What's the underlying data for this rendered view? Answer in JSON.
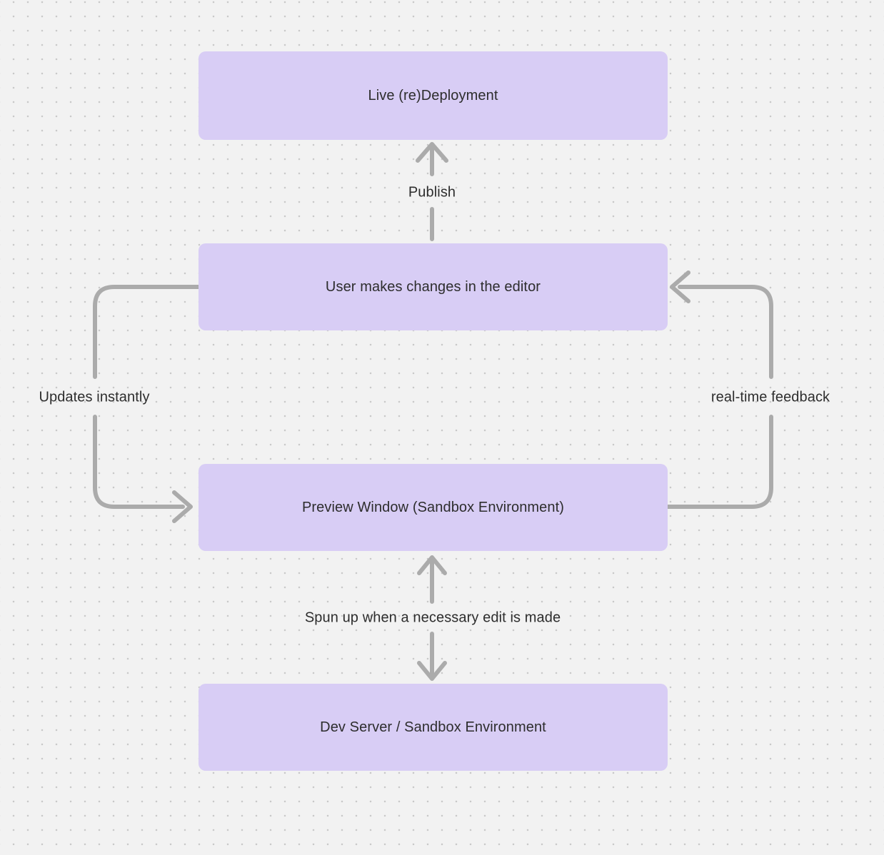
{
  "diagram": {
    "nodes": [
      {
        "id": "live-redeployment",
        "label": "Live (re)Deployment"
      },
      {
        "id": "user-editor",
        "label": "User makes changes in the editor"
      },
      {
        "id": "preview-window",
        "label": "Preview Window (Sandbox Environment)"
      },
      {
        "id": "dev-server",
        "label": "Dev Server / Sandbox Environment"
      }
    ],
    "edges": [
      {
        "id": "publish",
        "from": "user-editor",
        "to": "live-redeployment",
        "label": "Publish",
        "direction": "up"
      },
      {
        "id": "updates-instantly",
        "from": "user-editor",
        "to": "preview-window",
        "label": "Updates instantly",
        "side": "left"
      },
      {
        "id": "real-time-feedback",
        "from": "preview-window",
        "to": "user-editor",
        "label": "real-time feedback",
        "side": "right"
      },
      {
        "id": "spun-up",
        "from": "dev-server",
        "to": "preview-window",
        "label": "Spun up when a necessary edit is made",
        "direction": "both"
      }
    ],
    "colors": {
      "background": "#f2f2f2",
      "dot_color": "#c9c9c9",
      "node_fill": "#d8cdf5",
      "text_color": "#2d2d2d",
      "arrow_color": "#ababab"
    }
  }
}
